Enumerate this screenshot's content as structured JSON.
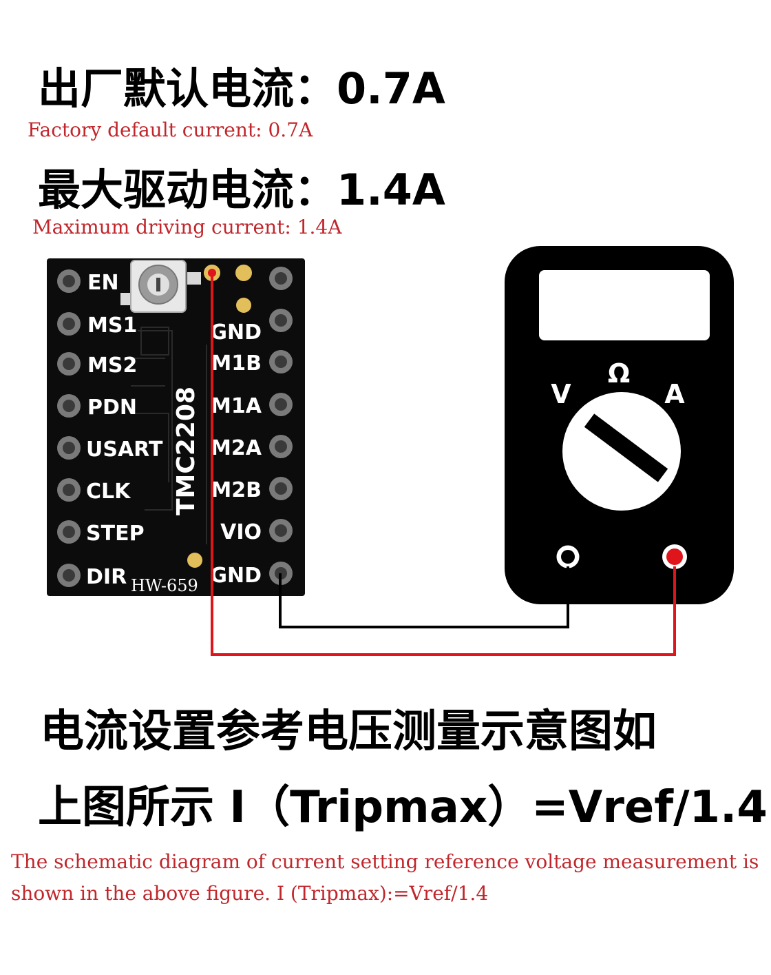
{
  "top": {
    "heading1_cn": "出厂默认电流：0.7A",
    "caption1_en": "Factory default current: 0.7A",
    "heading2_cn": "最大驱动电流：1.4A",
    "caption2_en": "Maximum driving current: 1.4A"
  },
  "board": {
    "chip_label": "TMC2208",
    "model_label": "HW-659",
    "left_pins": [
      "EN",
      "MS1",
      "MS2",
      "PDN",
      "USART",
      "CLK",
      "STEP",
      "DIR"
    ],
    "right_pins": [
      "GND",
      "M1B",
      "M1A",
      "M2A",
      "M2B",
      "VIO",
      "GND"
    ]
  },
  "multimeter": {
    "mode_v": "V",
    "mode_ohm": "Ω",
    "mode_a": "A"
  },
  "bottom": {
    "line1_cn": "电流设置参考电压测量示意图如",
    "line2_cn": "上图所示 I（Tripmax）=Vref/1.4",
    "caption_en": "The schematic diagram of current setting reference voltage measurement is shown in the above figure. I (Tripmax):=Vref/1.4"
  },
  "colors": {
    "probe_red": "#e0141b",
    "probe_black": "#000000",
    "caption_red": "#c0262b",
    "board": "#0c0c0c"
  }
}
